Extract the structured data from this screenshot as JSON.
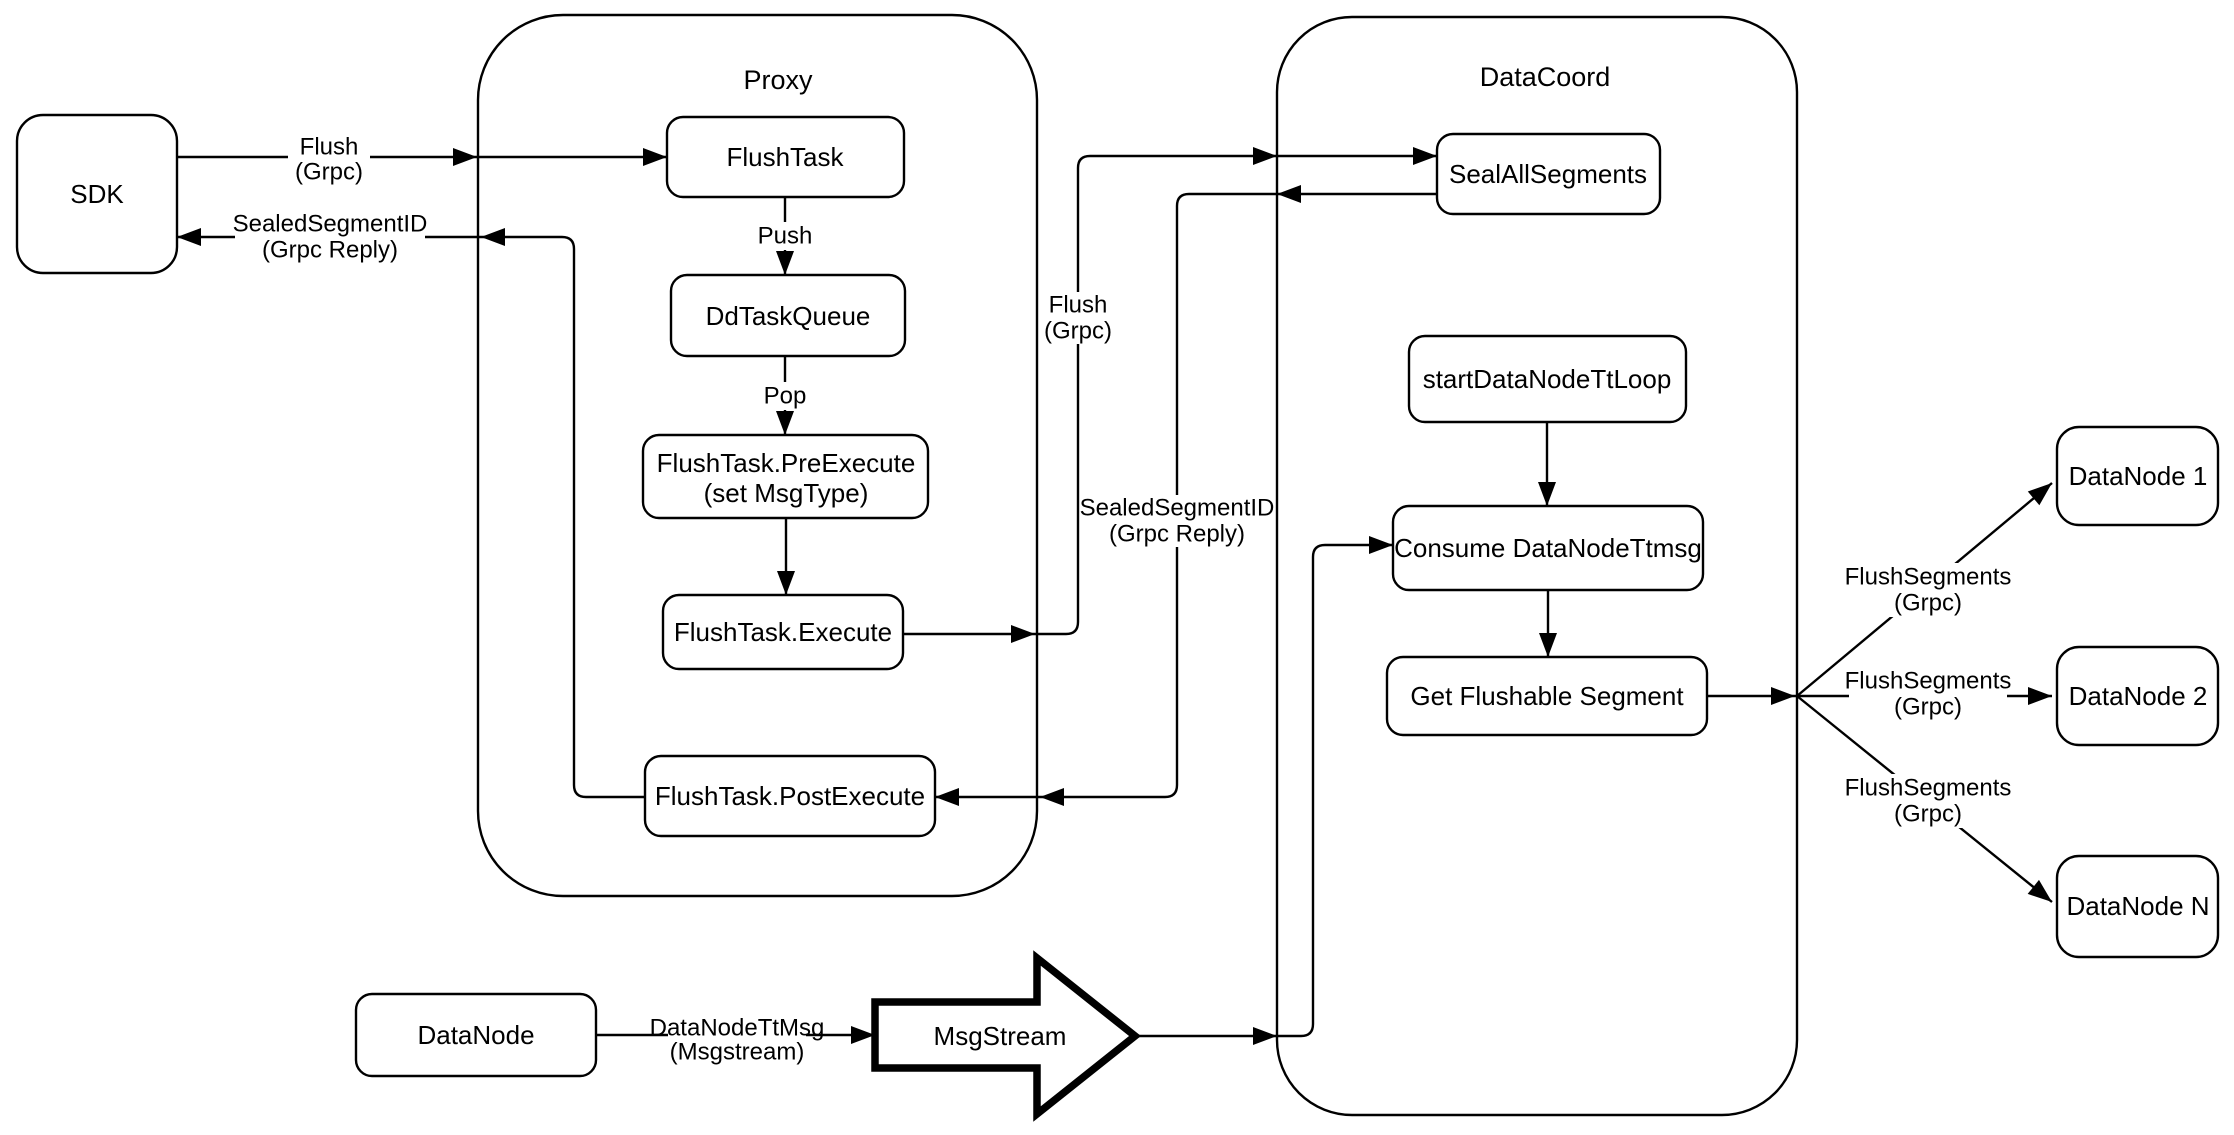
{
  "colors": {
    "stroke": "#000000",
    "background": "#ffffff"
  },
  "containers": {
    "proxy": "Proxy",
    "datacoord": "DataCoord"
  },
  "nodes": {
    "sdk": "SDK",
    "flush_task": "FlushTask",
    "dd_task_queue": "DdTaskQueue",
    "pre_execute_1": "FlushTask.PreExecute",
    "pre_execute_2": "(set MsgType)",
    "execute": "FlushTask.Execute",
    "post_execute": "FlushTask.PostExecute",
    "seal_all_segments": "SealAllSegments",
    "start_datanode_tt_loop": "startDataNodeTtLoop",
    "consume_datanode_ttmsg": "Consume DataNodeTtmsg",
    "get_flushable_segment": "Get Flushable Segment",
    "datanode_1": "DataNode 1",
    "datanode_2": "DataNode 2",
    "datanode_n": "DataNode N",
    "datanode": "DataNode",
    "msgstream": "MsgStream"
  },
  "edge_labels": {
    "sdk_flush": {
      "l1": "Flush",
      "l2": "(Grpc)"
    },
    "push": "Push",
    "pop": "Pop",
    "flush_grpc": {
      "l1": "Flush",
      "l2": "(Grpc)"
    },
    "sealed_segment_reply": {
      "l1": "SealedSegmentID",
      "l2": "(Grpc Reply)"
    },
    "sealed_segment_sdk": {
      "l1": "SealedSegmentID",
      "l2": "(Grpc Reply)"
    },
    "flush_segments_1": {
      "l1": "FlushSegments",
      "l2": "(Grpc)"
    },
    "flush_segments_2": {
      "l1": "FlushSegments",
      "l2": "(Grpc)"
    },
    "flush_segments_3": {
      "l1": "FlushSegments",
      "l2": "(Grpc)"
    },
    "datanode_ttmsg": {
      "l1": "DataNodeTtMsg",
      "l2": "(Msgstream)"
    }
  }
}
